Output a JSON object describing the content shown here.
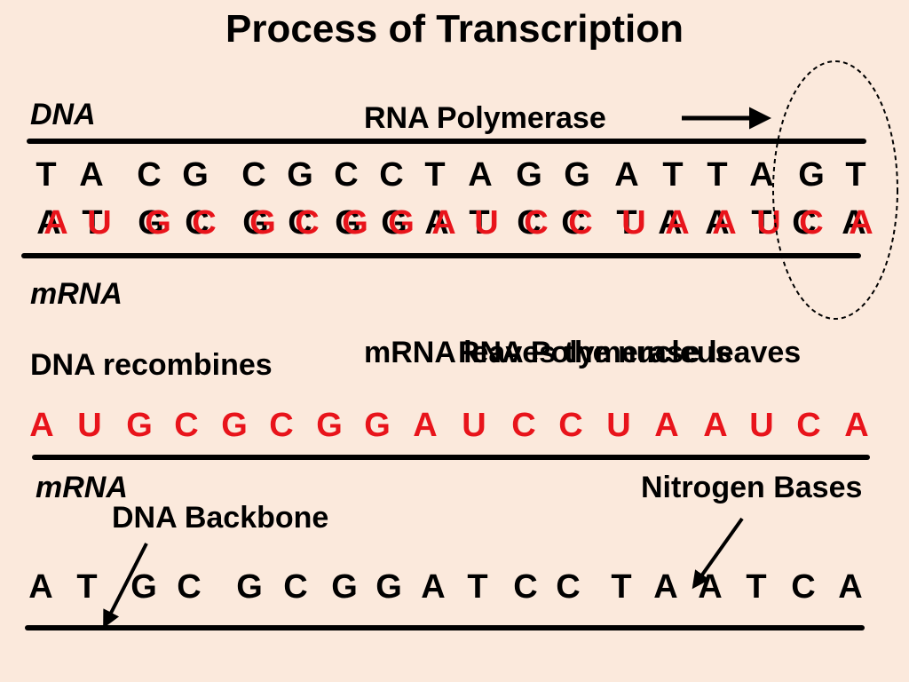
{
  "title": "Process of Transcription",
  "labels": {
    "dna": "DNA",
    "rna_polymerase": "RNA Polymerase",
    "mrna_top": "mRNA",
    "dna_recombines": "DNA recombines",
    "mrna_leaves": "mRNA leaves the nucleus",
    "rna_pol_leaves": "RNA Polymerase leaves",
    "mrna_bottom": "mRNA",
    "dna_backbone": "DNA Backbone",
    "nitrogen_bases": "Nitrogen Bases"
  },
  "sequences": {
    "dna_top_strand": [
      "T",
      "A",
      "C",
      "G",
      "C",
      "G",
      "C",
      "C",
      "T",
      "A",
      "G",
      "G",
      "A",
      "T",
      "T",
      "A",
      "G",
      "T"
    ],
    "dna_bottom_strand": [
      "A",
      "T",
      "G",
      "C",
      "G",
      "C",
      "G",
      "G",
      "A",
      "T",
      "C",
      "C",
      "T",
      "A",
      "A",
      "T",
      "C",
      "A"
    ],
    "mrna_overlay": [
      "A",
      "U",
      "G",
      "C",
      "G",
      "C",
      "G",
      "G",
      "A",
      "U",
      "C",
      "C",
      "U",
      "A",
      "A",
      "U",
      "C",
      "A"
    ],
    "mrna_strand": [
      "A",
      "U",
      "G",
      "C",
      "G",
      "C",
      "G",
      "G",
      "A",
      "U",
      "C",
      "C",
      "U",
      "A",
      "A",
      "U",
      "C",
      "A"
    ],
    "dna_coding_strand": [
      "A",
      "T",
      "G",
      "C",
      "G",
      "C",
      "G",
      "G",
      "A",
      "T",
      "C",
      "C",
      "T",
      "A",
      "A",
      "T",
      "C",
      "A"
    ]
  },
  "colors": {
    "background": "#fbe9dc",
    "mrna_red": "#e8141b",
    "text": "#000000"
  }
}
